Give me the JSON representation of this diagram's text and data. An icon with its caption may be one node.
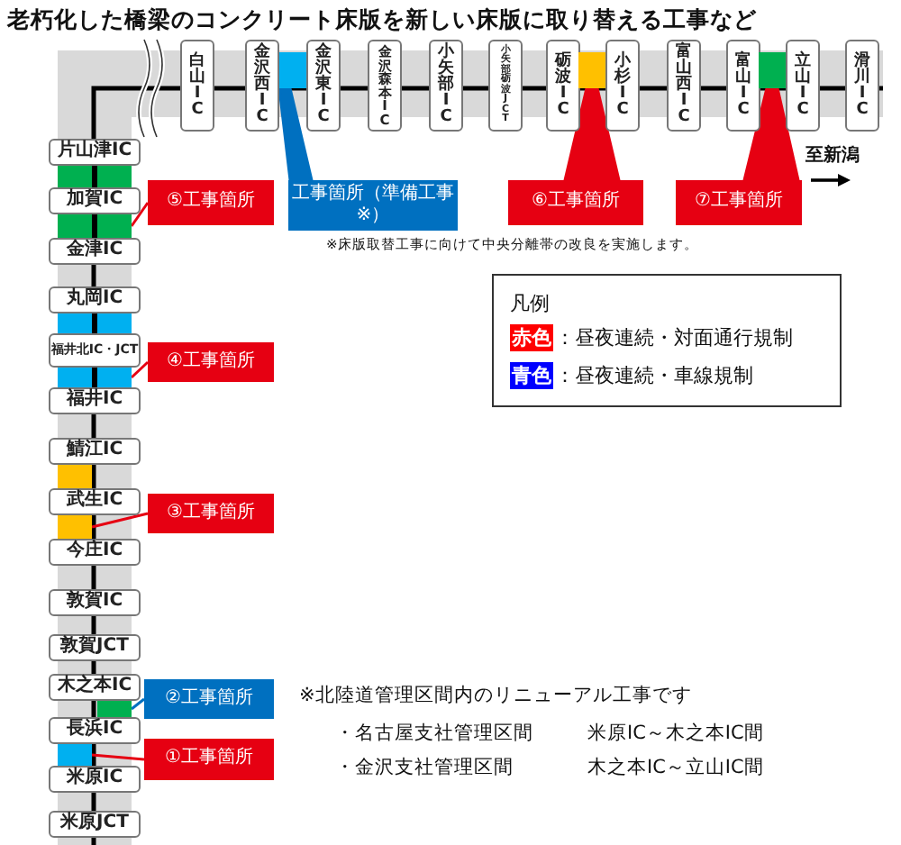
{
  "diagram": {
    "title": "老朽化した橋梁のコンクリート床版を新しい床版に取り替える工事など",
    "nodes": [
      {
        "text": [
          "白山IC"
        ]
      },
      {
        "text": [
          "金沢西IC"
        ]
      },
      {
        "text": [
          "金沢東IC"
        ]
      },
      {
        "text": [
          "金沢森本IC"
        ]
      },
      {
        "text": [
          "小矢部IC"
        ]
      },
      {
        "text": [
          "小矢部砺波JCT"
        ]
      },
      {
        "text": [
          "砺波IC"
        ]
      },
      {
        "text": [
          "小杉IC"
        ]
      },
      {
        "text": [
          "富山西IC"
        ]
      },
      {
        "text": [
          "富山IC"
        ]
      },
      {
        "text": [
          "立山IC"
        ]
      },
      {
        "text": [
          "滑川IC"
        ]
      },
      {
        "text": [
          "片山津IC"
        ]
      },
      {
        "text": [
          "加賀IC"
        ]
      },
      {
        "text": [
          "金津IC"
        ]
      },
      {
        "text": [
          "丸岡IC"
        ]
      },
      {
        "text": [
          "福井北IC・JCT"
        ]
      },
      {
        "text": [
          "福井IC"
        ]
      },
      {
        "text": [
          "鯖江IC"
        ]
      },
      {
        "text": [
          "武生IC"
        ]
      },
      {
        "text": [
          "今庄IC"
        ]
      },
      {
        "text": [
          "敦賀IC"
        ]
      },
      {
        "text": [
          "敦賀JCT"
        ]
      },
      {
        "text": [
          "木之本IC"
        ]
      },
      {
        "text": [
          "長浜IC"
        ]
      },
      {
        "text": [
          "米原IC"
        ]
      },
      {
        "text": [
          "米原JCT"
        ]
      },
      {
        "text": [],
        "shape": "bar"
      },
      {
        "text": [],
        "shape": "bar"
      },
      {
        "text": [],
        "shape": "bar"
      },
      {
        "text": [],
        "shape": "bar"
      },
      {
        "text": [],
        "shape": "bar"
      },
      {
        "text": [],
        "shape": "bar"
      },
      {
        "text": [],
        "shape": "bar"
      },
      {
        "text": [],
        "shape": "bar"
      },
      {
        "text": [],
        "shape": "bar"
      },
      {
        "text": [],
        "shape": "bar"
      },
      {
        "text": [],
        "shape": "bar"
      },
      {
        "text": [
          "⑤工事箇所"
        ]
      },
      {
        "text": [
          "工事箇所（準備工事※）"
        ]
      },
      {
        "text": [
          "⑥工事箇所"
        ]
      },
      {
        "text": [
          "⑦工事箇所"
        ]
      },
      {
        "text": [
          "④工事箇所"
        ]
      },
      {
        "text": [
          "③工事箇所"
        ]
      },
      {
        "text": [
          "②工事箇所"
        ]
      },
      {
        "text": [
          "①工事箇所"
        ]
      }
    ],
    "edges": [
      {
        "from": 38,
        "to": 31,
        "arrow": "none"
      },
      {
        "from": 39,
        "to": 27,
        "arrow": "none",
        "color": "#0070c0"
      },
      {
        "from": 40,
        "to": 28,
        "arrow": "none"
      },
      {
        "from": 41,
        "to": 29,
        "arrow": "none"
      },
      {
        "from": 42,
        "to": 33,
        "arrow": "none"
      },
      {
        "from": 43,
        "to": 35,
        "arrow": "none"
      },
      {
        "from": 44,
        "to": 36,
        "arrow": "none",
        "color": "#0070c0"
      },
      {
        "from": 45,
        "to": 37,
        "arrow": "none"
      }
    ],
    "labels": [
      "至新潟",
      "※床版取替工事に向けて中央分離帯の改良を実施します。",
      "凡例",
      "赤色",
      "青色",
      "※北陸道管理区間内のリニューアル工事です",
      "・名古屋支社管理区間",
      "米原IC～木之本IC間",
      "・金沢支社管理区間",
      "木之本IC～立山IC間"
    ],
    "legend": [
      {
        "text": "：昼夜連続・対面通行規制",
        "color": "#ff0000"
      },
      {
        "text": "：昼夜連続・車線規制",
        "color": "#0000ff"
      }
    ]
  }
}
